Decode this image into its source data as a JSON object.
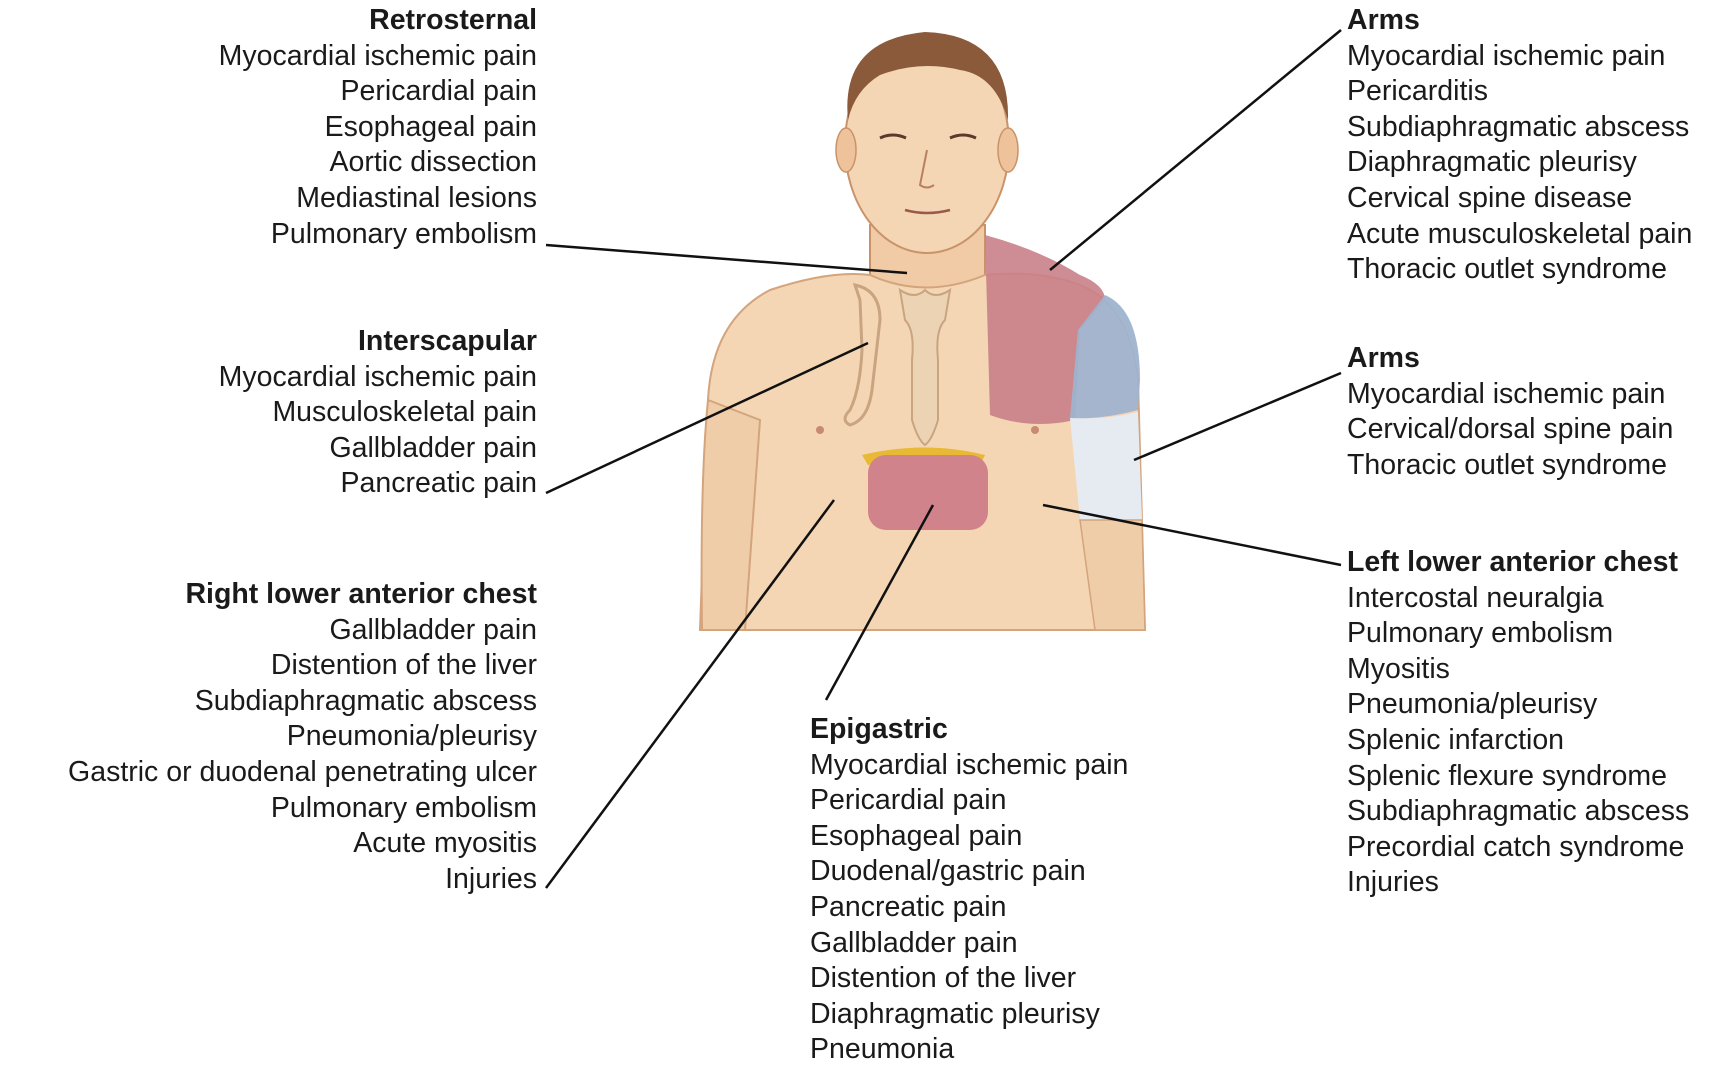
{
  "groups": {
    "retrosternal": {
      "title": "Retrosternal",
      "items": [
        "Myocardial ischemic pain",
        "Pericardial pain",
        "Esophageal pain",
        "Aortic dissection",
        "Mediastinal lesions",
        "Pulmonary embolism"
      ]
    },
    "interscapular": {
      "title": "Interscapular",
      "items": [
        "Myocardial ischemic pain",
        "Musculoskeletal pain",
        "Gallbladder pain",
        "Pancreatic pain"
      ]
    },
    "right_lower_anterior_chest": {
      "title": "Right lower anterior chest",
      "items": [
        "Gallbladder pain",
        "Distention of the liver",
        "Subdiaphragmatic abscess",
        "Pneumonia/pleurisy",
        "Gastric or duodenal penetrating ulcer",
        "Pulmonary embolism",
        "Acute myositis",
        "Injuries"
      ]
    },
    "epigastric": {
      "title": "Epigastric",
      "items": [
        "Myocardial ischemic pain",
        "Pericardial pain",
        "Esophageal pain",
        "Duodenal/gastric pain",
        "Pancreatic pain",
        "Gallbladder pain",
        "Distention of the liver",
        "Diaphragmatic pleurisy",
        "Pneumonia"
      ]
    },
    "arms_upper": {
      "title": "Arms",
      "items": [
        "Myocardial ischemic pain",
        "Pericarditis",
        "Subdiaphragmatic abscess",
        "Diaphragmatic pleurisy",
        "Cervical spine disease",
        "Acute musculoskeletal pain",
        "Thoracic outlet syndrome"
      ]
    },
    "arms_lower": {
      "title": "Arms",
      "items": [
        "Myocardial ischemic pain",
        "Cervical/dorsal spine pain",
        "Thoracic outlet syndrome"
      ]
    },
    "left_lower_anterior_chest": {
      "title": "Left lower anterior chest",
      "items": [
        "Intercostal neuralgia",
        "Pulmonary embolism",
        "Myositis",
        "Pneumonia/pleurisy",
        "Splenic infarction",
        "Splenic flexure syndrome",
        "Subdiaphragmatic abscess",
        "Precordial catch syndrome",
        "Injuries"
      ]
    }
  },
  "colors": {
    "skin": "#f4d6b4",
    "skin_shadow": "#e3b48c",
    "hair": "#8a5a3a",
    "shoulder_region": "#c97f88",
    "arm_upper_region": "#9fb3cf",
    "arm_lower_region": "#e6ebf2",
    "epigastric_region": "#d0838a",
    "gallbladder_band": "#e8b934",
    "leader_line": "#111111"
  }
}
